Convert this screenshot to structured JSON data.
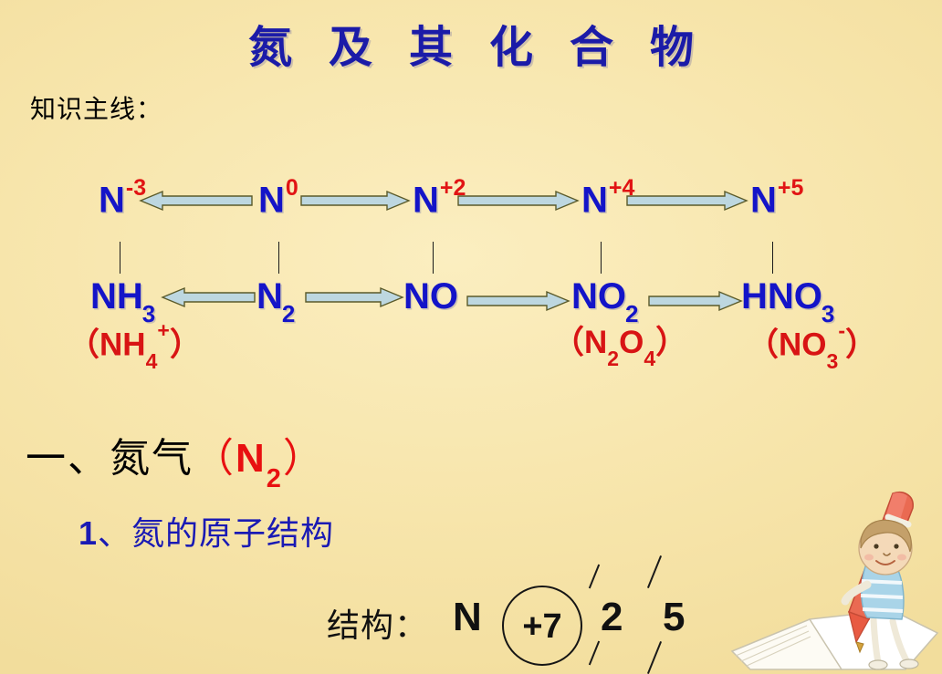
{
  "slide": {
    "title": "氮 及 其 化 合 物",
    "subtitle": "知识主线："
  },
  "colors": {
    "background": "#f6e4a8",
    "title_blue": "#1b1ba8",
    "formula_blue": "#1414c8",
    "accent_red": "#e11414",
    "arrow_fill": "#bdd7e0",
    "arrow_stroke": "#5a5a2a",
    "text_black": "#000000"
  },
  "diagram": {
    "oxidation_states": [
      {
        "symbol": "N",
        "charge": "-3"
      },
      {
        "symbol": "N",
        "charge": "0"
      },
      {
        "symbol": "N",
        "charge": "+2"
      },
      {
        "symbol": "N",
        "charge": "+4"
      },
      {
        "symbol": "N",
        "charge": "+5"
      }
    ],
    "formulas": [
      {
        "text": "NH",
        "sub": "3"
      },
      {
        "text": "N",
        "sub": "2"
      },
      {
        "text": "NO",
        "sub": ""
      },
      {
        "text": "NO",
        "sub": "2"
      },
      {
        "text": "HNO",
        "sub": "3"
      }
    ],
    "ions": [
      {
        "label": "（NH4+）",
        "open": "（",
        "base": "NH",
        "sub": "4",
        "sup": "+",
        "close": "）"
      },
      {
        "label": "（N2O4）",
        "open": "（",
        "base": "N",
        "sub": "2",
        "base2": "O",
        "sub2": "4",
        "close": "）"
      },
      {
        "label": "（NO3-）",
        "open": "（",
        "base": "NO",
        "sub": "3",
        "sup": "-",
        "close": "）"
      }
    ],
    "arrow_directions": {
      "top_row": [
        "left",
        "right",
        "right",
        "right"
      ],
      "bottom_row": [
        "left",
        "right",
        "right",
        "right"
      ]
    }
  },
  "section": {
    "heading_prefix": "一、氮气",
    "heading_paren_open": "（",
    "heading_formula": "N",
    "heading_formula_sub": "2",
    "heading_paren_close": "）",
    "subheading_num": "1",
    "subheading_text": "、氮的原子结构"
  },
  "structure": {
    "label": "结构：",
    "element": "N",
    "nuclear_charge": "+7",
    "shells": [
      "2",
      "5"
    ]
  },
  "icons": {
    "arrow_right": "arrow-right-icon",
    "arrow_left": "arrow-left-icon",
    "cartoon": "child-with-pencil-illustration"
  }
}
